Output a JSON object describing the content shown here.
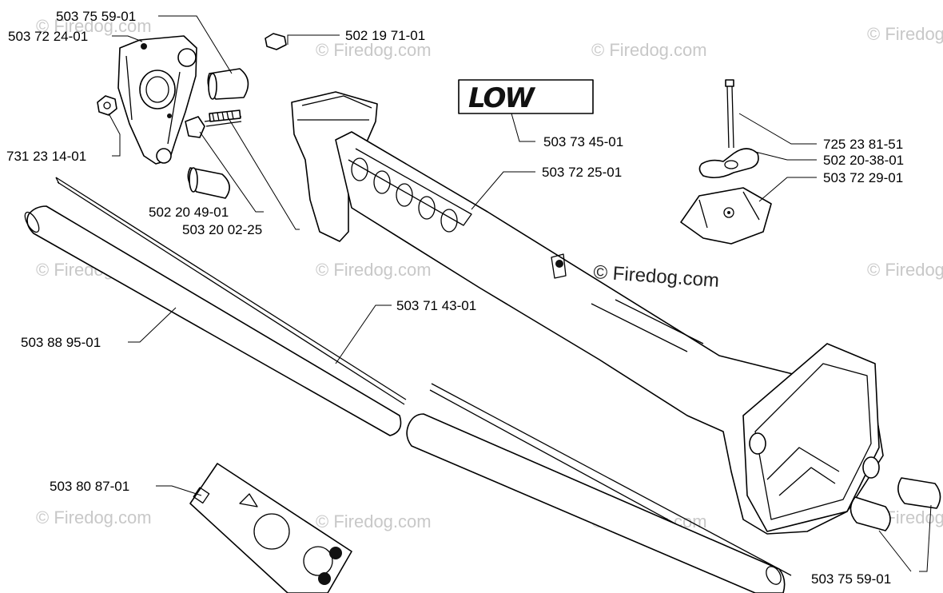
{
  "watermarks": {
    "main": "© Firedog.com",
    "tiled": "© Firedog.com"
  },
  "decal_text": "LOW",
  "part_labels": {
    "handle_plug_top": "503 75 59-01",
    "handle_bracket": "503 72 24-01",
    "nut_top": "502 19 71-01",
    "low_decal": "503 73 45-01",
    "lock_nut": "731 23 14-01",
    "main_housing": "503 72 25-01",
    "screw_bolt": "725 23 81-51",
    "wing_nut": "502 20-38-01",
    "clamp_plate": "503 72 29-01",
    "small_screw": "502 20 49-01",
    "spring_screw": "503 20 02-25",
    "drive_shaft": "503 71 43-01",
    "shaft_tube": "503 88 95-01",
    "warning_decal": "503 80 87-01",
    "handle_plug_bottom": "503 75 59-01"
  },
  "colors": {
    "line": "#000000",
    "watermark": "#c8c8c8",
    "background": "#ffffff"
  }
}
